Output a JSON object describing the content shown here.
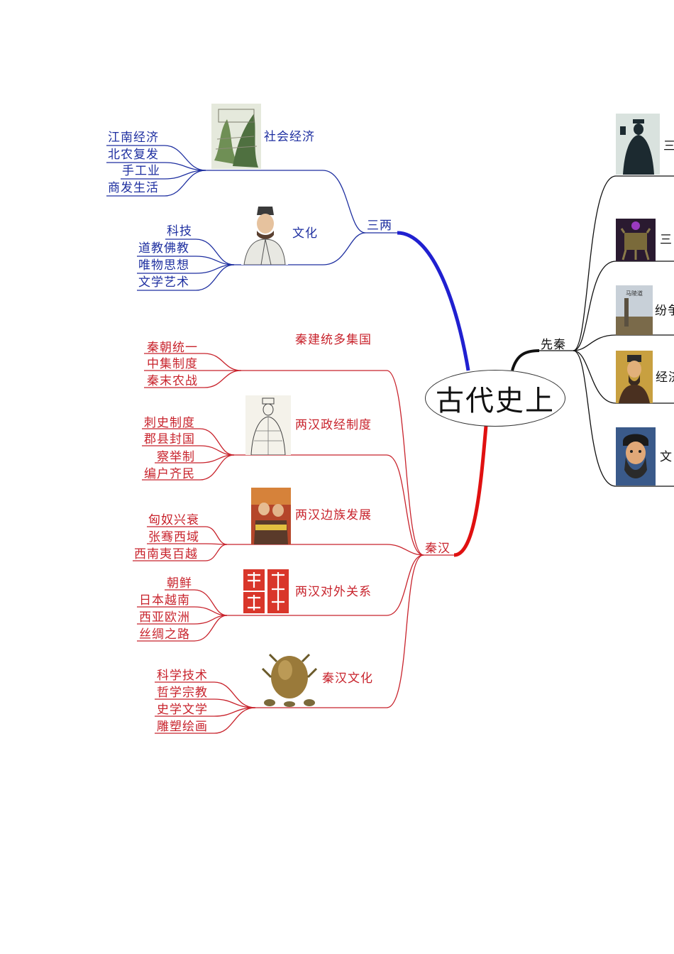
{
  "center": "古代史上",
  "branches": {
    "sanliang": {
      "label": "三两",
      "color": "#1e2fa0",
      "economy": {
        "label": "社会经济",
        "items": [
          "江南经济",
          "北农复发",
          "手工业",
          "商发生活"
        ]
      },
      "culture": {
        "label": "文化",
        "items": [
          "科技",
          "道教佛教",
          "唯物思想",
          "文学艺术"
        ]
      }
    },
    "qinhan": {
      "label": "秦汉",
      "color": "#c8232c",
      "unify": {
        "label": "秦建统多集国",
        "items": [
          "秦朝统一",
          "中集制度",
          "秦末农战"
        ]
      },
      "politics": {
        "label": "两汉政经制度",
        "items": [
          "刺史制度",
          "郡县封国",
          "察举制",
          "编户齐民"
        ]
      },
      "border": {
        "label": "两汉边族发展",
        "items": [
          "匈奴兴衰",
          "张骞西域",
          "西南夷百越"
        ]
      },
      "foreign": {
        "label": "两汉对外关系",
        "items": [
          "朝鲜",
          "日本越南",
          "西亚欧洲",
          "丝绸之路"
        ]
      },
      "culture": {
        "label": "秦汉文化",
        "items": [
          "科学技术",
          "哲学宗教",
          "史学文学",
          "雕塑绘画"
        ]
      }
    },
    "xianqin": {
      "label": "先秦",
      "color": "#111111",
      "children": [
        "三",
        "三",
        "纷争",
        "经济",
        "文"
      ]
    }
  },
  "pictures": {
    "garden_sign": "马陵道"
  }
}
